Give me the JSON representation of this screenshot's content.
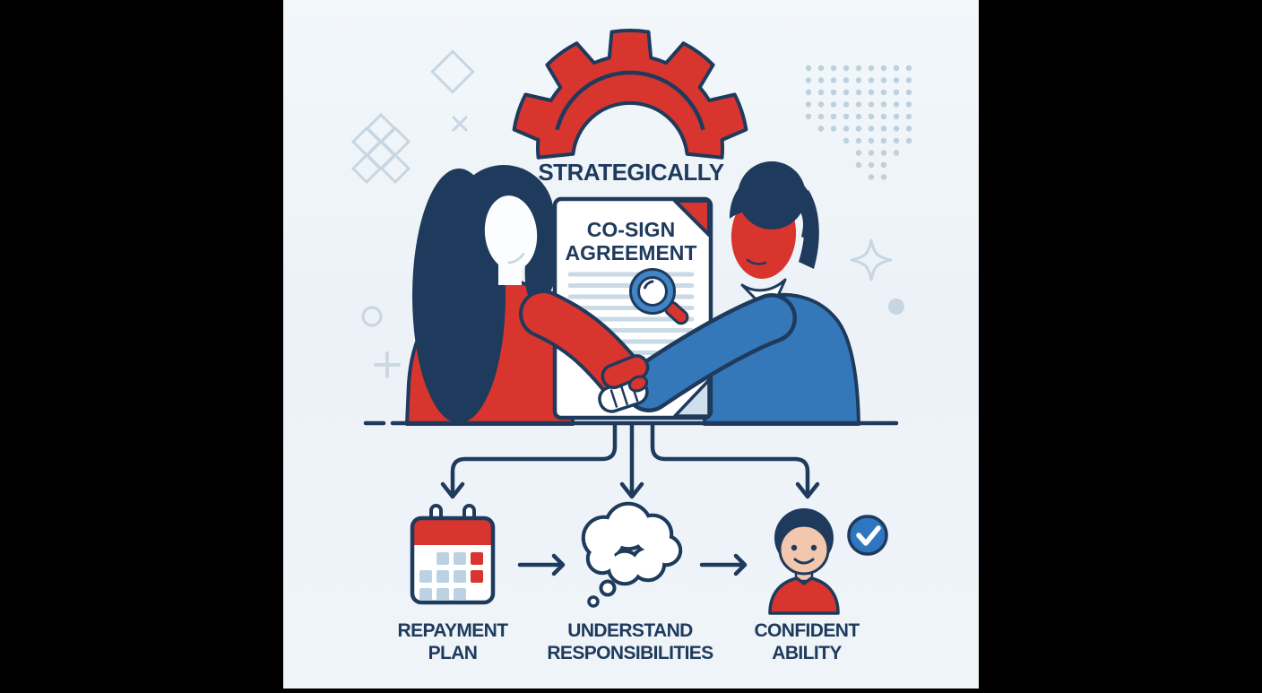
{
  "illustration": {
    "title": "STRATEGICALLY",
    "document": {
      "title_line1": "CO-SIGN",
      "title_line2": "AGREEMENT"
    },
    "steps": [
      {
        "name": "repayment-plan",
        "icon": "calendar-icon",
        "label_line1": "REPAYMENT",
        "label_line2": "PLAN"
      },
      {
        "name": "understand-responsibilities",
        "icon": "thought-cloud-icon",
        "label_line1": "UNDERSTAND",
        "label_line2": "RESPONSIBILITIES"
      },
      {
        "name": "confident-ability",
        "icon": "person-check-icon",
        "label_line1": "CONFIDENT",
        "label_line2": "ABILITY"
      }
    ],
    "palette": {
      "navy": "#1e3a5c",
      "red": "#d8352f",
      "blue": "#3478ba",
      "light_blue_line": "#c9dae6",
      "decoration": "#c7d6e2",
      "skin": "#f3c7ad",
      "badge_blue": "#2e77c0",
      "background": "#eef3f8",
      "letterbox": "#000000"
    }
  }
}
